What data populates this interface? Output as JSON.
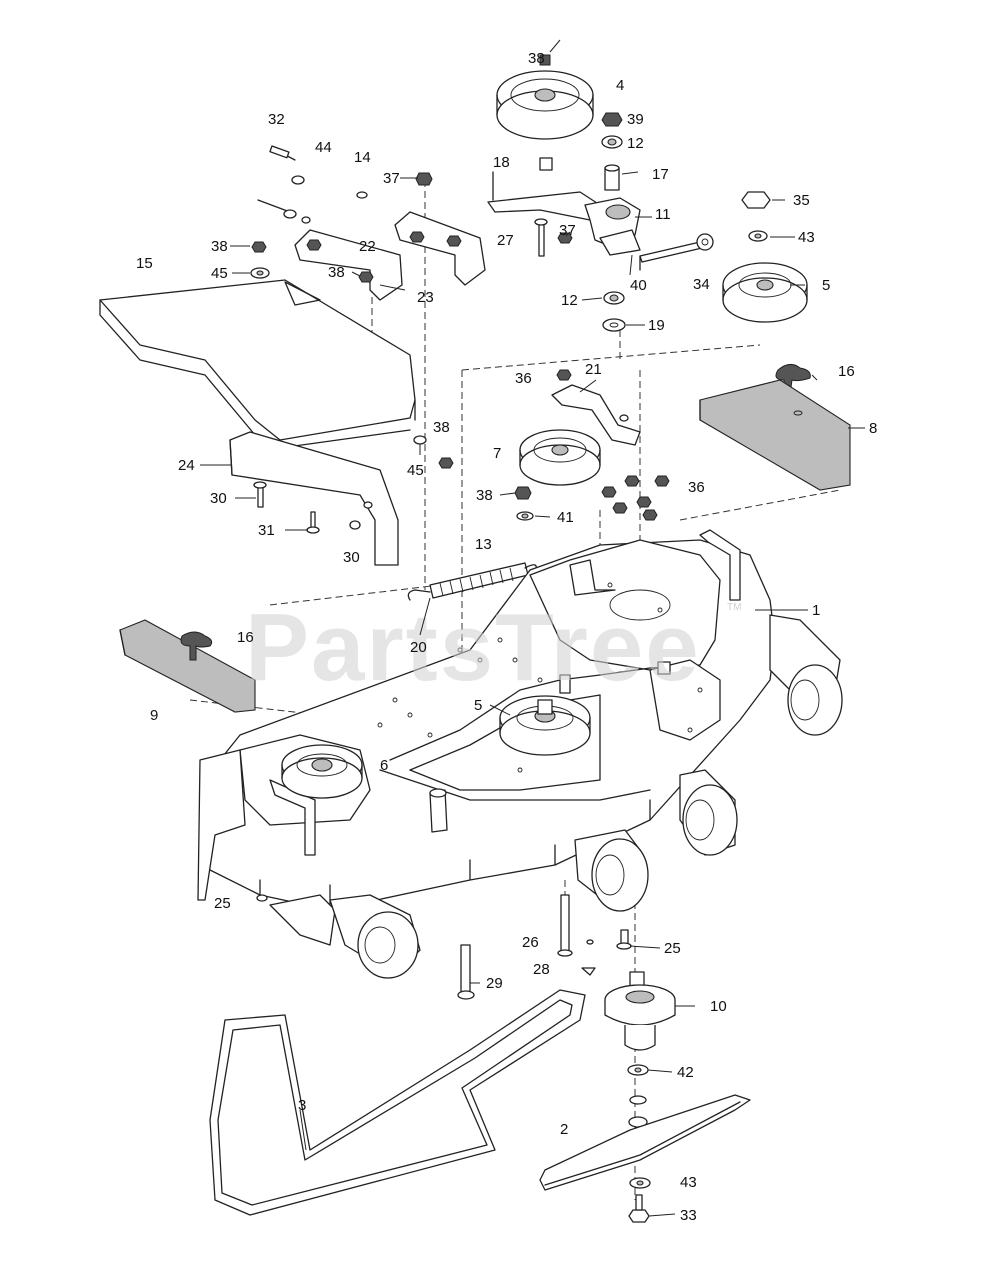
{
  "watermark": {
    "text": "PartsTree",
    "trademark": "TM"
  },
  "callouts": [
    {
      "id": "c38a",
      "text": "38"
    },
    {
      "id": "c4",
      "text": "4"
    },
    {
      "id": "c39",
      "text": "39"
    },
    {
      "id": "c12a",
      "text": "12"
    },
    {
      "id": "c18",
      "text": "18"
    },
    {
      "id": "c17",
      "text": "17"
    },
    {
      "id": "c11",
      "text": "11"
    },
    {
      "id": "c35",
      "text": "35"
    },
    {
      "id": "c43a",
      "text": "43"
    },
    {
      "id": "c27",
      "text": "27"
    },
    {
      "id": "c37a",
      "text": "37"
    },
    {
      "id": "c34",
      "text": "34"
    },
    {
      "id": "c40",
      "text": "40"
    },
    {
      "id": "c5a",
      "text": "5"
    },
    {
      "id": "c12b",
      "text": "12"
    },
    {
      "id": "c19",
      "text": "19"
    },
    {
      "id": "c32",
      "text": "32"
    },
    {
      "id": "c44",
      "text": "44"
    },
    {
      "id": "c14",
      "text": "14"
    },
    {
      "id": "c37b",
      "text": "37"
    },
    {
      "id": "c22",
      "text": "22"
    },
    {
      "id": "c38b",
      "text": "38"
    },
    {
      "id": "c15",
      "text": "15"
    },
    {
      "id": "c45a",
      "text": "45"
    },
    {
      "id": "c38c",
      "text": "38"
    },
    {
      "id": "c23",
      "text": "23"
    },
    {
      "id": "c36a",
      "text": "36"
    },
    {
      "id": "c21",
      "text": "21"
    },
    {
      "id": "c16a",
      "text": "16"
    },
    {
      "id": "c8",
      "text": "8"
    },
    {
      "id": "c38d",
      "text": "38"
    },
    {
      "id": "c45b",
      "text": "45"
    },
    {
      "id": "c7",
      "text": "7"
    },
    {
      "id": "c24",
      "text": "24"
    },
    {
      "id": "c30a",
      "text": "30"
    },
    {
      "id": "c38e",
      "text": "38"
    },
    {
      "id": "c36b",
      "text": "36"
    },
    {
      "id": "c41",
      "text": "41"
    },
    {
      "id": "c31",
      "text": "31"
    },
    {
      "id": "c30b",
      "text": "30"
    },
    {
      "id": "c13",
      "text": "13"
    },
    {
      "id": "c1",
      "text": "1"
    },
    {
      "id": "c16b",
      "text": "16"
    },
    {
      "id": "c20",
      "text": "20"
    },
    {
      "id": "c9",
      "text": "9"
    },
    {
      "id": "c5b",
      "text": "5"
    },
    {
      "id": "c6",
      "text": "6"
    },
    {
      "id": "c25a",
      "text": "25"
    },
    {
      "id": "c26",
      "text": "26"
    },
    {
      "id": "c25b",
      "text": "25"
    },
    {
      "id": "c28",
      "text": "28"
    },
    {
      "id": "c29",
      "text": "29"
    },
    {
      "id": "c10",
      "text": "10"
    },
    {
      "id": "c42",
      "text": "42"
    },
    {
      "id": "c3",
      "text": "3"
    },
    {
      "id": "c2",
      "text": "2"
    },
    {
      "id": "c43b",
      "text": "43"
    },
    {
      "id": "c33",
      "text": "33"
    }
  ]
}
